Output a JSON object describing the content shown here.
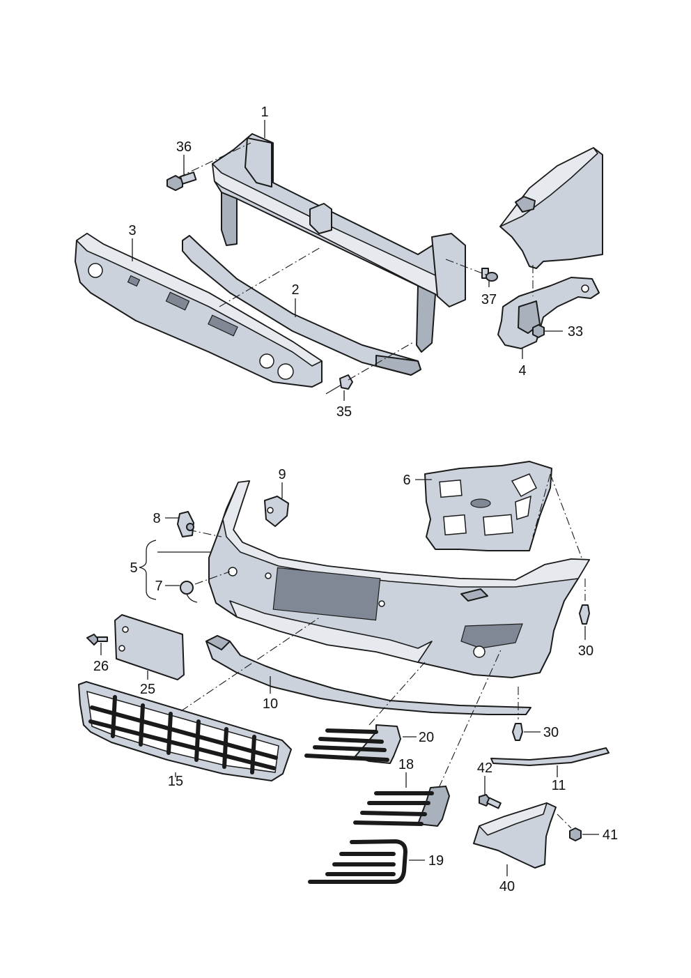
{
  "callouts": {
    "c1": "1",
    "c2": "2",
    "c3": "3",
    "c4": "4",
    "c5": "5",
    "c6": "6",
    "c7": "7",
    "c8": "8",
    "c9": "9",
    "c10": "10",
    "c11": "11",
    "c15": "15",
    "c18": "18",
    "c19": "19",
    "c20": "20",
    "c25": "25",
    "c26": "26",
    "c30a": "30",
    "c30b": "30",
    "c33": "33",
    "c35": "35",
    "c36": "36",
    "c37": "37",
    "c40": "40",
    "c41": "41",
    "c42": "42"
  },
  "colors": {
    "part_fill": "#ccd2db",
    "outline": "#1a1a1a",
    "background": "#ffffff"
  }
}
